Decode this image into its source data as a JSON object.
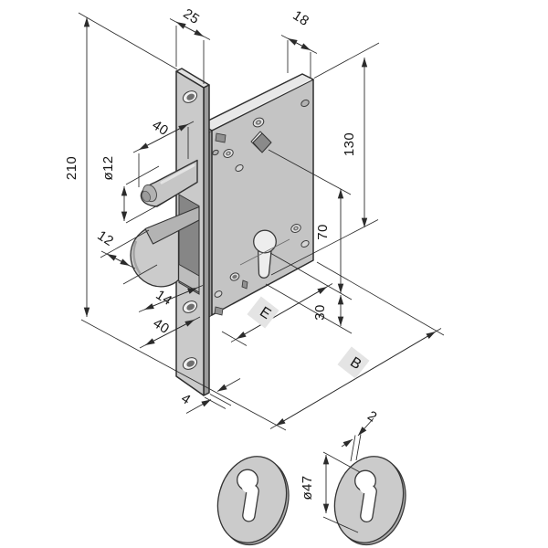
{
  "drawing": {
    "title": "Mortise hook lock - dimensioned isometric drawing",
    "dims": {
      "faceplate_width": "25",
      "case_width": "18",
      "faceplate_height": "210",
      "pin_projection": "40",
      "pin_diameter": "ø12",
      "hook_thickness": "12",
      "slot_to_hole": "14",
      "hole_spacing": "40",
      "faceplate_thickness": "4",
      "top_to_cylinder": "130",
      "follower_to_cylinder": "70",
      "cylinder_to_bottom": "30",
      "backset_label": "E",
      "case_depth_label": "B",
      "escutcheon_thickness": "2",
      "escutcheon_diameter": "ø47"
    },
    "colors": {
      "background": "#ffffff",
      "line": "#2b2b2b",
      "metal_light": "#e6e6e6",
      "metal_mid": "#c6c6c6",
      "metal_dark": "#9a9a9a",
      "hole_dark": "#8a8a8a",
      "label_patch": "#e4e4e4"
    }
  }
}
